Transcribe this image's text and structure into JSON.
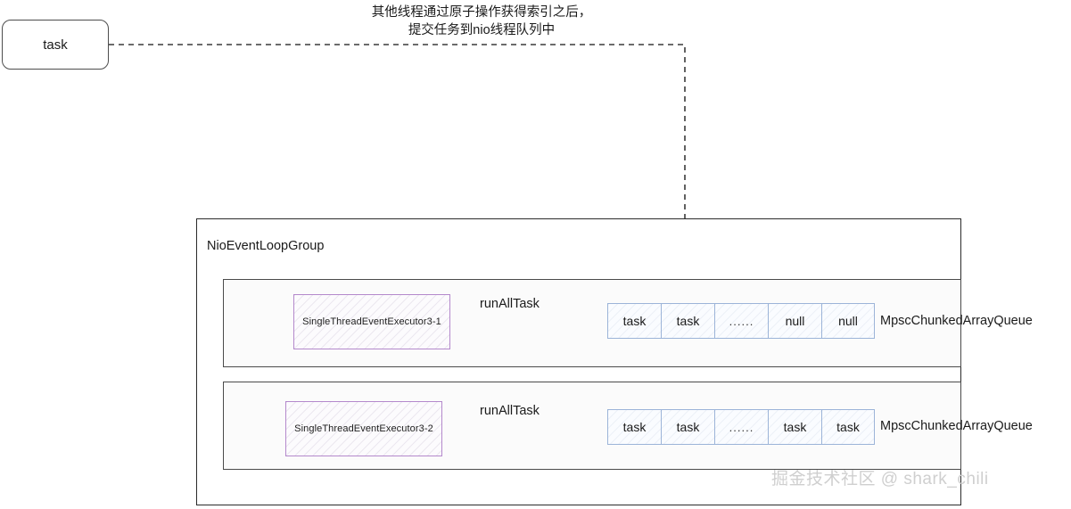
{
  "diagram": {
    "task_node": {
      "label": "task"
    },
    "annotation": {
      "line1": "其他线程通过原子操作获得索引之后，",
      "line2": "提交任务到nio线程队列中"
    },
    "group": {
      "label": "NioEventLoopGroup"
    },
    "rows": [
      {
        "executor": "SingleThreadEventExecutor3-1",
        "arrow_label": "runAllTask",
        "queue_name": "MpscChunkedArrayQueue",
        "cells": [
          "task",
          "task",
          "......",
          "null",
          "null"
        ]
      },
      {
        "executor": "SingleThreadEventExecutor3-2",
        "arrow_label": "runAllTask",
        "queue_name": "MpscChunkedArrayQueue",
        "cells": [
          "task",
          "task",
          "......",
          "task",
          "task"
        ]
      }
    ],
    "watermark": "掘金技术社区 @ shark_chili",
    "colors": {
      "executor_border": "#b489cc",
      "queue_border": "#9cb4d8",
      "outline": "#2b2b2b",
      "watermark": "#cfcfcf"
    }
  }
}
